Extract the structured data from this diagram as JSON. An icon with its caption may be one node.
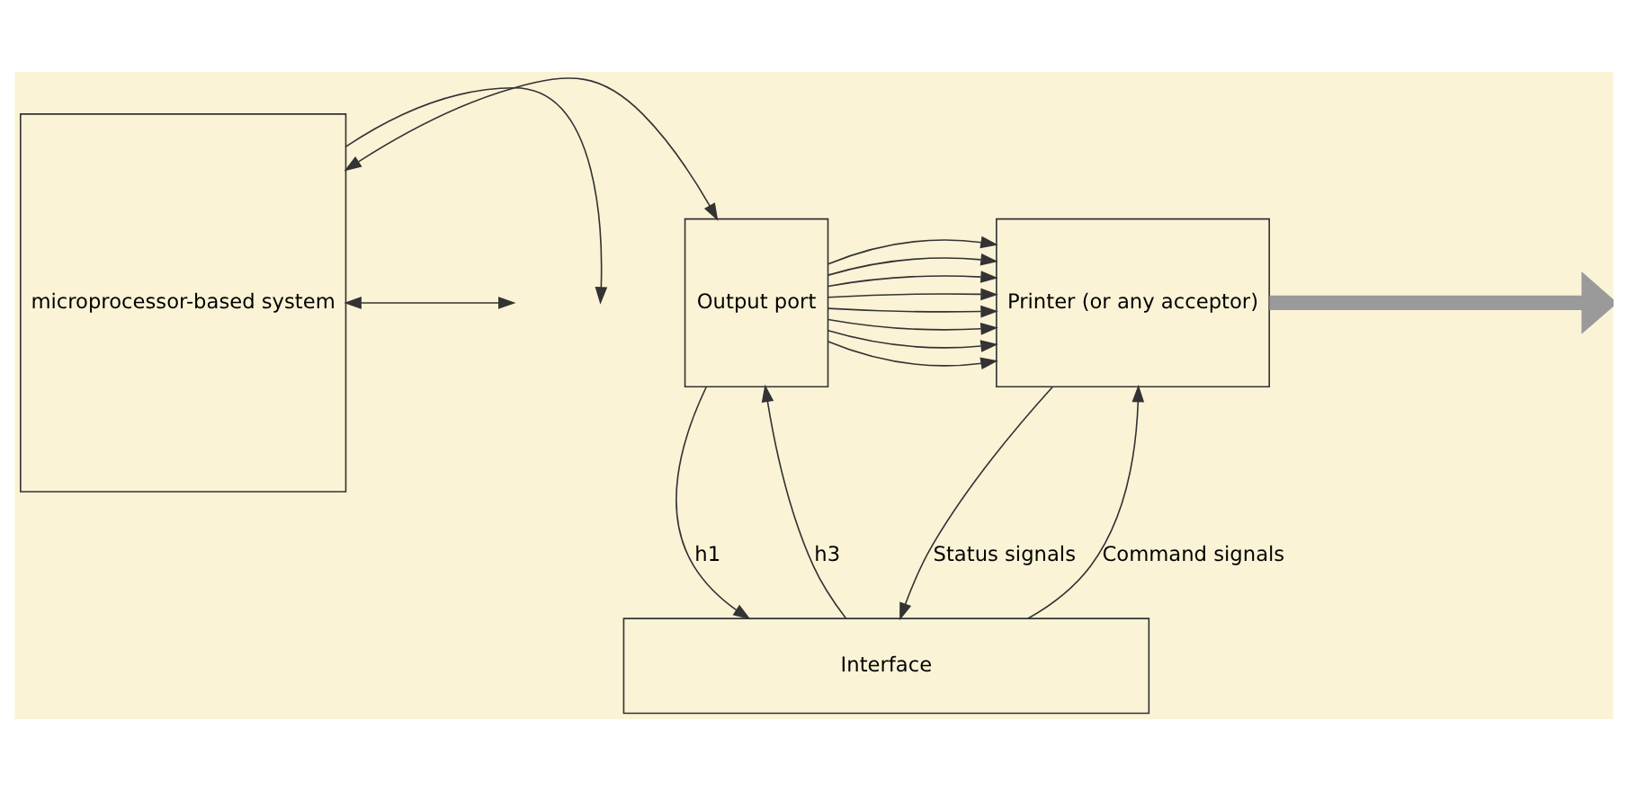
{
  "diagram": {
    "nodes": [
      {
        "text": [
          "microprocessor-based system"
        ]
      },
      {
        "text": [
          "Output port"
        ]
      },
      {
        "text": [
          "Printer (or any acceptor)"
        ]
      },
      {
        "text": [
          "Interface"
        ]
      }
    ],
    "edges": [
      {
        "from": 0,
        "to": null,
        "arrow": "to"
      },
      {
        "from": 0,
        "to": null,
        "arrow": "both"
      },
      {
        "from": 0,
        "to": 1,
        "arrow": "both"
      },
      {
        "from": 1,
        "to": 2,
        "arrow": "to"
      },
      {
        "from": 1,
        "to": 2,
        "arrow": "to"
      },
      {
        "from": 1,
        "to": 2,
        "arrow": "to"
      },
      {
        "from": 1,
        "to": 2,
        "arrow": "to"
      },
      {
        "from": 1,
        "to": 2,
        "arrow": "to"
      },
      {
        "from": 1,
        "to": 2,
        "arrow": "to"
      },
      {
        "from": 1,
        "to": 2,
        "arrow": "to"
      },
      {
        "from": 1,
        "to": 2,
        "arrow": "to"
      },
      {
        "from": 2,
        "to": null,
        "arrow": "to",
        "style": "thick",
        "color": "#9a9a9a"
      },
      {
        "from": 1,
        "to": 3,
        "arrow": "to",
        "label": "h1"
      },
      {
        "from": 3,
        "to": 1,
        "arrow": "to",
        "label": "h3"
      },
      {
        "from": 2,
        "to": 3,
        "arrow": "to",
        "label": "Status signals"
      },
      {
        "from": 3,
        "to": 2,
        "arrow": "to",
        "label": "Command signals"
      }
    ]
  }
}
